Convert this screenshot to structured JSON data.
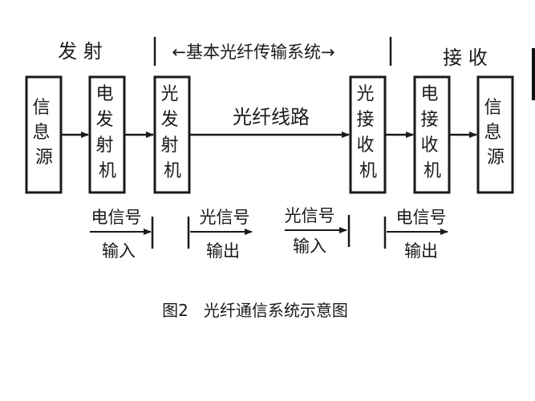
{
  "header": {
    "left_label": "发 射",
    "system_label": "←基本光纤传输系统→",
    "right_label": "接 收"
  },
  "blocks": {
    "info_source_left": [
      "信",
      "息",
      "源"
    ],
    "elec_transmitter": [
      "电",
      "发",
      "射",
      "机"
    ],
    "opt_transmitter": [
      "光",
      "发",
      "射",
      "机"
    ],
    "opt_receiver": [
      "光",
      "接",
      "收",
      "机"
    ],
    "elec_receiver": [
      "电",
      "接",
      "收",
      "机"
    ],
    "info_source_right": [
      "信",
      "息",
      "源"
    ]
  },
  "fiber_line_label": "光纤线路",
  "signals": [
    {
      "top": "电信号",
      "bottom": "输入"
    },
    {
      "top": "光信号",
      "bottom": "输出"
    },
    {
      "top": "光信号",
      "bottom": "输入"
    },
    {
      "top": "电信号",
      "bottom": "输出"
    }
  ],
  "caption": "图2   光纤通信系统示意图",
  "colors": {
    "ink": "#1a1a1a",
    "background": "#ffffff"
  }
}
